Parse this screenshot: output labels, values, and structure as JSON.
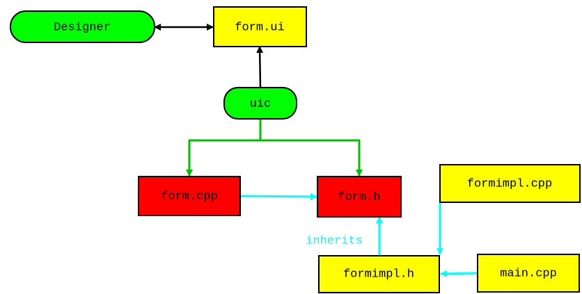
{
  "diagram": {
    "colors": {
      "tool_fill": "#00ff00",
      "source_fill": "#ffff00",
      "generated_fill": "#ff0000",
      "stroke": "#000000",
      "uic_edge": "#00c000",
      "code_edge": "#00ffff"
    },
    "nodes": {
      "designer": "Designer",
      "form_ui": "form.ui",
      "uic": "uic",
      "form_cpp": "form.cpp",
      "form_h": "form.h",
      "formimpl_cpp": "formimpl.cpp",
      "formimpl_h": "formimpl.h",
      "main_cpp": "main.cpp"
    },
    "edge_labels": {
      "inherits": "inherits"
    }
  }
}
